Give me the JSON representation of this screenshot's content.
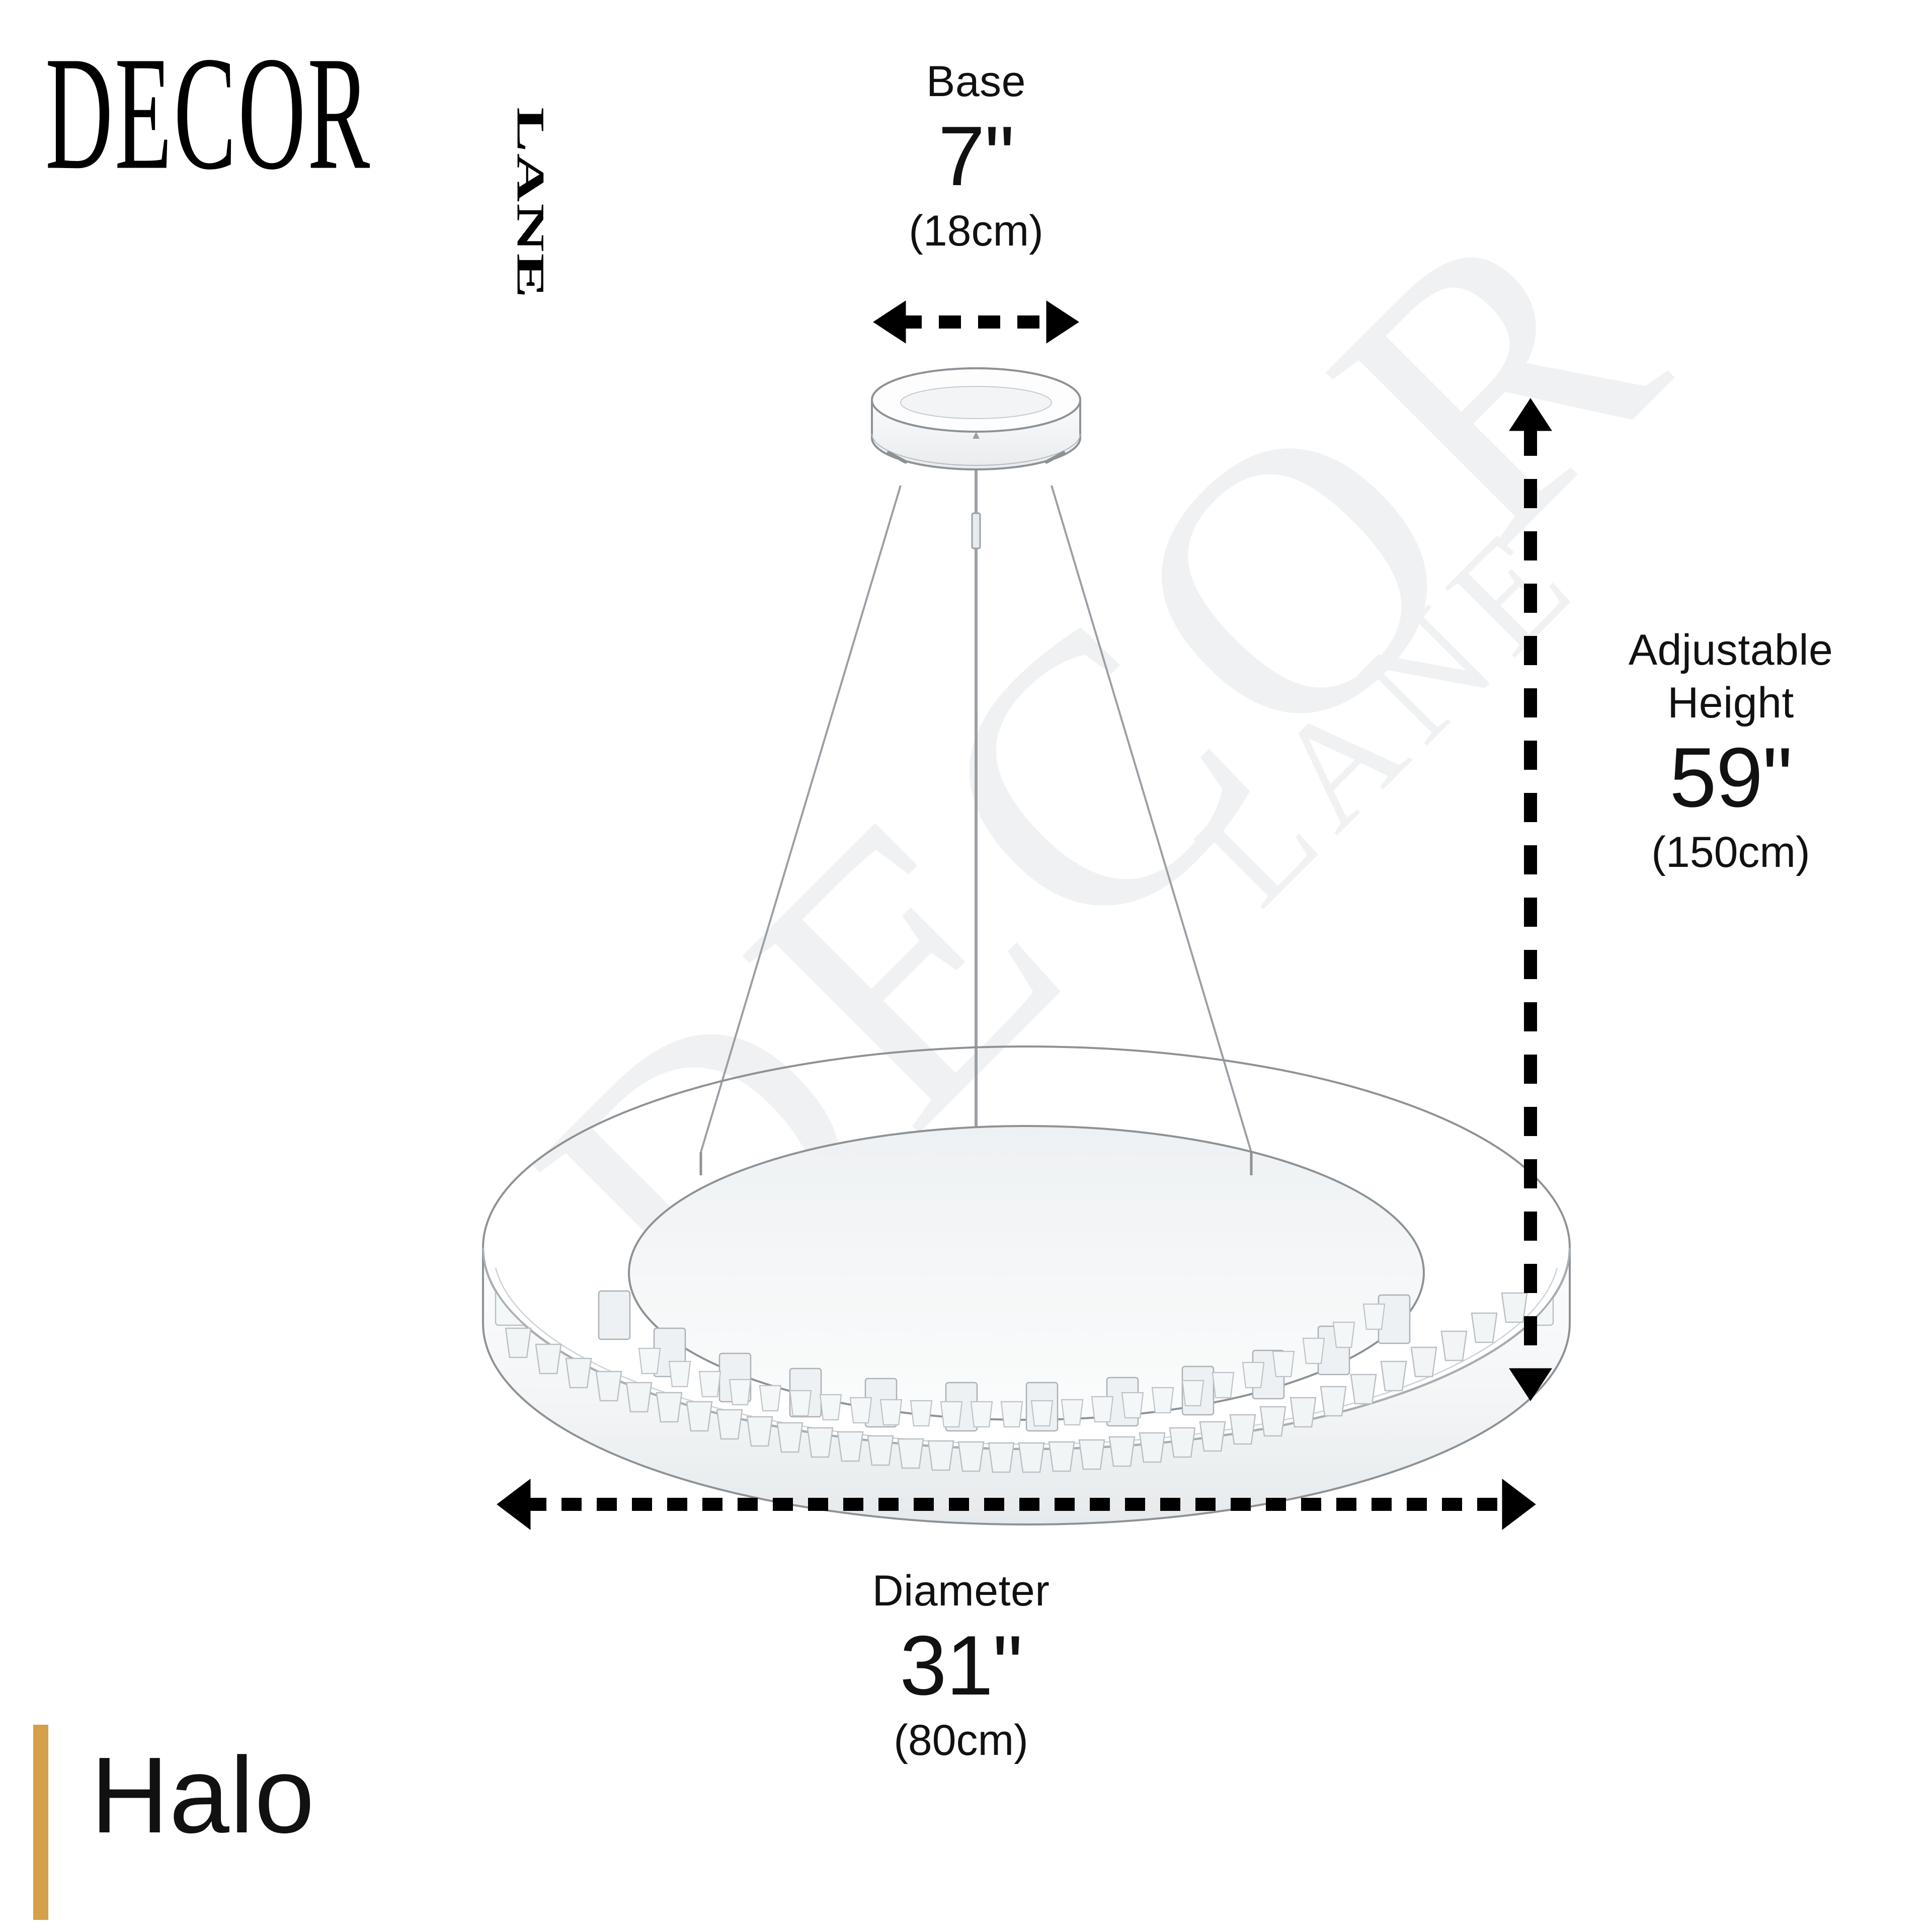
{
  "brand": {
    "logo_primary": "DECOR",
    "logo_secondary": "LANE",
    "watermark_line1": "DECOR",
    "watermark_line2": "LANE",
    "accent_color": "#d4a04a"
  },
  "product": {
    "name": "Halo",
    "type": "crystal ring pendant chandelier"
  },
  "dimensions": {
    "base": {
      "label": "Base",
      "value_in": "7\"",
      "value_cm": "(18cm)",
      "arrow": "horizontal-double-dashed"
    },
    "height": {
      "label_line1": "Adjustable",
      "label_line2": "Height",
      "value_in": "59\"",
      "value_cm": "(150cm)",
      "arrow": "vertical-double-dashed"
    },
    "diameter": {
      "label": "Diameter",
      "value_in": "31\"",
      "value_cm": "(80cm)",
      "arrow": "horizontal-double-dashed"
    }
  },
  "colors": {
    "background": "#ffffff",
    "ink": "#111111",
    "watermark": "#f0f1f2",
    "metal_line": "#8d9296",
    "crystal_line": "#b9c0c6"
  }
}
